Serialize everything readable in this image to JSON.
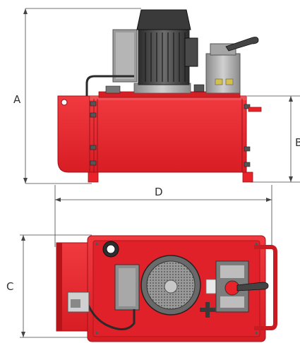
{
  "dimensions": {
    "a": "A",
    "b": "B",
    "c": "C",
    "d": "D"
  },
  "colors": {
    "tank_red": "#e8232a",
    "tank_dark_red": "#b3151b",
    "motor_dark": "#3a3a3a",
    "motor_gray": "#7a7a7a",
    "steel_gray": "#b8b8b8",
    "dim_line": "#444444"
  }
}
